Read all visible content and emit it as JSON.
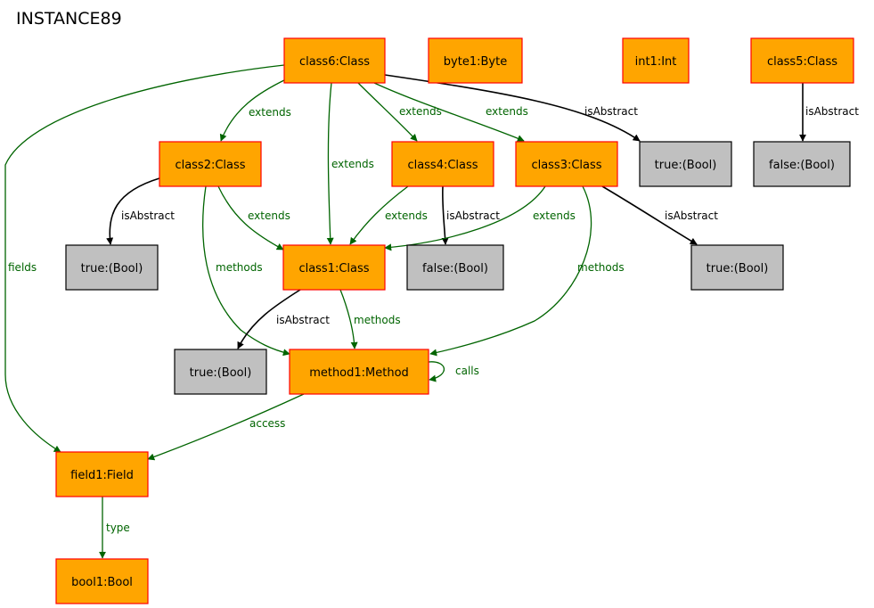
{
  "title": "INSTANCE89",
  "colors": {
    "object_fill": "#ffa500",
    "object_stroke": "#ff0000",
    "value_fill": "#c0c0c0",
    "value_stroke": "#000000",
    "green_edge": "#006400",
    "black_edge": "#000000"
  },
  "nodes": [
    {
      "id": "class6",
      "label": "class6:Class",
      "kind": "object"
    },
    {
      "id": "byte1",
      "label": "byte1:Byte",
      "kind": "object"
    },
    {
      "id": "int1",
      "label": "int1:Int",
      "kind": "object"
    },
    {
      "id": "class5",
      "label": "class5:Class",
      "kind": "object"
    },
    {
      "id": "class2",
      "label": "class2:Class",
      "kind": "object"
    },
    {
      "id": "class4",
      "label": "class4:Class",
      "kind": "object"
    },
    {
      "id": "class3",
      "label": "class3:Class",
      "kind": "object"
    },
    {
      "id": "true_c6",
      "label": "true:(Bool)",
      "kind": "value"
    },
    {
      "id": "false_c5",
      "label": "false:(Bool)",
      "kind": "value"
    },
    {
      "id": "true_c2",
      "label": "true:(Bool)",
      "kind": "value"
    },
    {
      "id": "class1",
      "label": "class1:Class",
      "kind": "object"
    },
    {
      "id": "false_c4",
      "label": "false:(Bool)",
      "kind": "value"
    },
    {
      "id": "true_c3",
      "label": "true:(Bool)",
      "kind": "value"
    },
    {
      "id": "true_c1",
      "label": "true:(Bool)",
      "kind": "value"
    },
    {
      "id": "method1",
      "label": "method1:Method",
      "kind": "object"
    },
    {
      "id": "field1",
      "label": "field1:Field",
      "kind": "object"
    },
    {
      "id": "bool1",
      "label": "bool1:Bool",
      "kind": "object"
    }
  ],
  "edges": [
    {
      "id": "e1",
      "from": "class6",
      "to": "class2",
      "label": "extends",
      "color": "green"
    },
    {
      "id": "e2",
      "from": "class6",
      "to": "class1",
      "label": "extends",
      "color": "green"
    },
    {
      "id": "e3",
      "from": "class6",
      "to": "class4",
      "label": "extends",
      "color": "green"
    },
    {
      "id": "e4",
      "from": "class6",
      "to": "class3",
      "label": "extends",
      "color": "green"
    },
    {
      "id": "e5",
      "from": "class6",
      "to": "true_c6",
      "label": "isAbstract",
      "color": "black"
    },
    {
      "id": "e6",
      "from": "class6",
      "to": "field1",
      "label": "fields",
      "color": "green"
    },
    {
      "id": "e7",
      "from": "class5",
      "to": "false_c5",
      "label": "isAbstract",
      "color": "black"
    },
    {
      "id": "e8",
      "from": "class2",
      "to": "true_c2",
      "label": "isAbstract",
      "color": "black"
    },
    {
      "id": "e9",
      "from": "class2",
      "to": "class1",
      "label": "extends",
      "color": "green"
    },
    {
      "id": "e10",
      "from": "class2",
      "to": "method1",
      "label": "methods",
      "color": "green"
    },
    {
      "id": "e11",
      "from": "class4",
      "to": "class1",
      "label": "extends",
      "color": "green"
    },
    {
      "id": "e12",
      "from": "class4",
      "to": "false_c4",
      "label": "isAbstract",
      "color": "black"
    },
    {
      "id": "e13",
      "from": "class3",
      "to": "class1",
      "label": "extends",
      "color": "green"
    },
    {
      "id": "e14",
      "from": "class3",
      "to": "true_c3",
      "label": "isAbstract",
      "color": "black"
    },
    {
      "id": "e15",
      "from": "class3",
      "to": "method1",
      "label": "methods",
      "color": "green"
    },
    {
      "id": "e16",
      "from": "class1",
      "to": "true_c1",
      "label": "isAbstract",
      "color": "black"
    },
    {
      "id": "e17",
      "from": "class1",
      "to": "method1",
      "label": "methods",
      "color": "green"
    },
    {
      "id": "e18",
      "from": "method1",
      "to": "method1",
      "label": "calls",
      "color": "green"
    },
    {
      "id": "e19",
      "from": "method1",
      "to": "field1",
      "label": "access",
      "color": "green"
    },
    {
      "id": "e20",
      "from": "field1",
      "to": "bool1",
      "label": "type",
      "color": "green"
    }
  ]
}
